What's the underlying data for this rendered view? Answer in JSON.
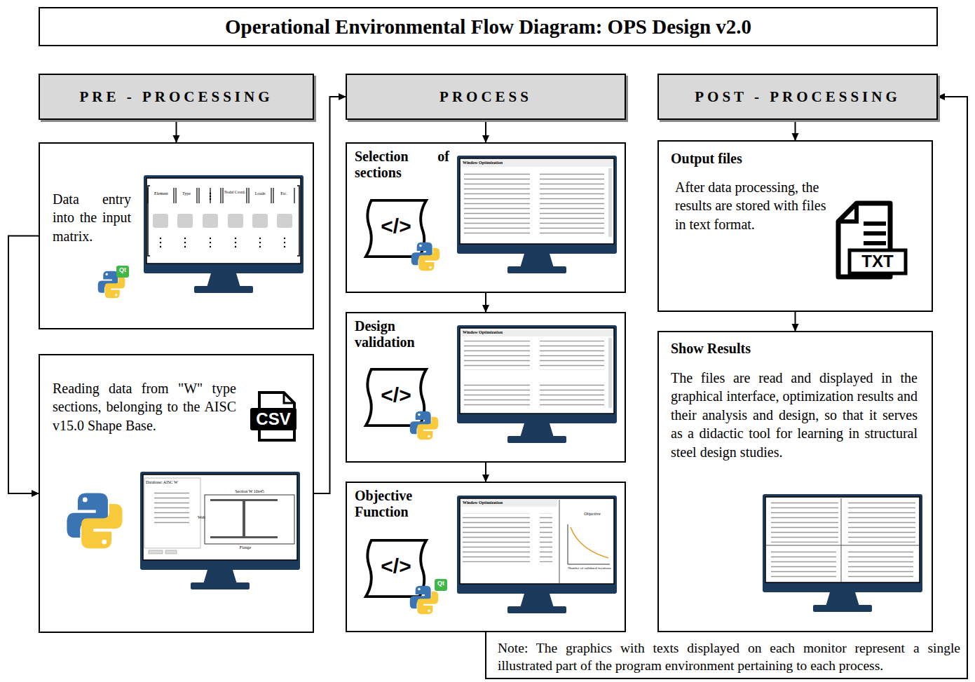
{
  "diagram": {
    "title": "Operational Environmental Flow Diagram: OPS Design v2.0",
    "nodes": [
      {
        "text": [
          "PRE - PROCESSING"
        ]
      },
      {
        "text": [
          "Data entry into the input matrix."
        ]
      },
      {
        "text": [
          "Reading data from \"W\" type sections, belonging to the AISC v15.0 Shape Base."
        ]
      },
      {
        "text": [
          "PROCESS"
        ]
      },
      {
        "text": [
          "Selection of sections"
        ]
      },
      {
        "text": [
          "Design validation"
        ]
      },
      {
        "text": [
          "Objective Function"
        ]
      },
      {
        "text": [
          "POST - PROCESSING"
        ]
      },
      {
        "text": [
          "Output files",
          "After data processing, the results are stored with files in text format."
        ]
      },
      {
        "text": [
          "Show Results",
          "The files are read and displayed in the graphical interface, optimization results and their analysis and design, so that it serves as a didactic tool for learning in structural steel design studies."
        ]
      }
    ],
    "edges": [
      {
        "from": 0,
        "to": 1,
        "arrow": "to"
      },
      {
        "from": 1,
        "to": 2,
        "arrow": "to"
      },
      {
        "from": 2,
        "to": 3,
        "arrow": "to"
      },
      {
        "from": 3,
        "to": 4,
        "arrow": "to"
      },
      {
        "from": 4,
        "to": 5,
        "arrow": "to"
      },
      {
        "from": 5,
        "to": 6,
        "arrow": "to"
      },
      {
        "from": 6,
        "to": 7,
        "arrow": "to"
      },
      {
        "from": 7,
        "to": 8,
        "arrow": "to"
      },
      {
        "from": 8,
        "to": 9,
        "arrow": "to"
      }
    ],
    "labels": [
      "Element",
      "Type",
      "Nodal Coord.",
      "Loads",
      "Etc.",
      "Qt",
      "CSV",
      "Database: AISC W",
      "Section W 10x45",
      "Web",
      "Flange",
      "</>",
      "Window Optimization",
      "</>",
      "Window Optimization",
      "</>",
      "Window Optimization",
      "Objective",
      "Number of validated iterations",
      "Qt",
      "TXT",
      "Note: The graphics with texts displayed on each monitor represent a single illustrated part of the program environment pertaining to each process."
    ]
  }
}
